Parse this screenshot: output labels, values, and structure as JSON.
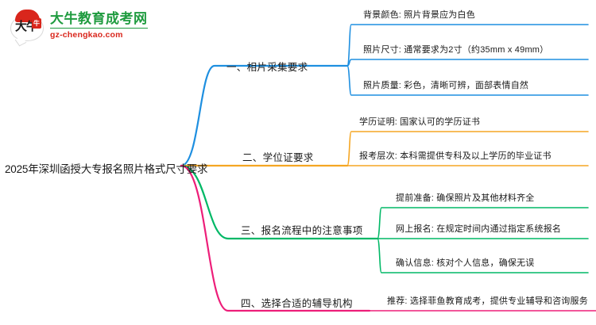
{
  "logo": {
    "mark_text": "大牛",
    "badge_text": "牛",
    "title": "大牛教育成考网",
    "url": "gz-chengkao.com",
    "title_color": "#1f9b3f",
    "url_color": "#d9261c"
  },
  "mindmap": {
    "root": {
      "label": "2025年深圳函授大专报名照片格式尺寸要求"
    },
    "branches": [
      {
        "label": "一、相片采集要求",
        "color": "#1e8fe0",
        "children": [
          {
            "label": "背景颜色: 照片背景应为白色"
          },
          {
            "label": "照片尺寸: 通常要求为2寸（约35mm x 49mm）"
          },
          {
            "label": "照片质量: 彩色，清晰可辨，面部表情自然"
          }
        ]
      },
      {
        "label": "二、学位证要求",
        "color": "#f5a623",
        "children": [
          {
            "label": "学历证明: 国家认可的学历证书"
          },
          {
            "label": "报考层次: 本科需提供专科及以上学历的毕业证书"
          }
        ]
      },
      {
        "label": "三、报名流程中的注意事项",
        "color": "#00b866",
        "children": [
          {
            "label": "提前准备: 确保照片及其他材料齐全"
          },
          {
            "label": "网上报名: 在规定时间内通过指定系统报名"
          },
          {
            "label": "确认信息: 核对个人信息，确保无误"
          }
        ]
      },
      {
        "label": "四、选择合适的辅导机构",
        "color": "#ed1e79",
        "children": [
          {
            "label": "推荐: 选择菲鱼教育成考，提供专业辅导和咨询服务"
          }
        ]
      }
    ]
  }
}
